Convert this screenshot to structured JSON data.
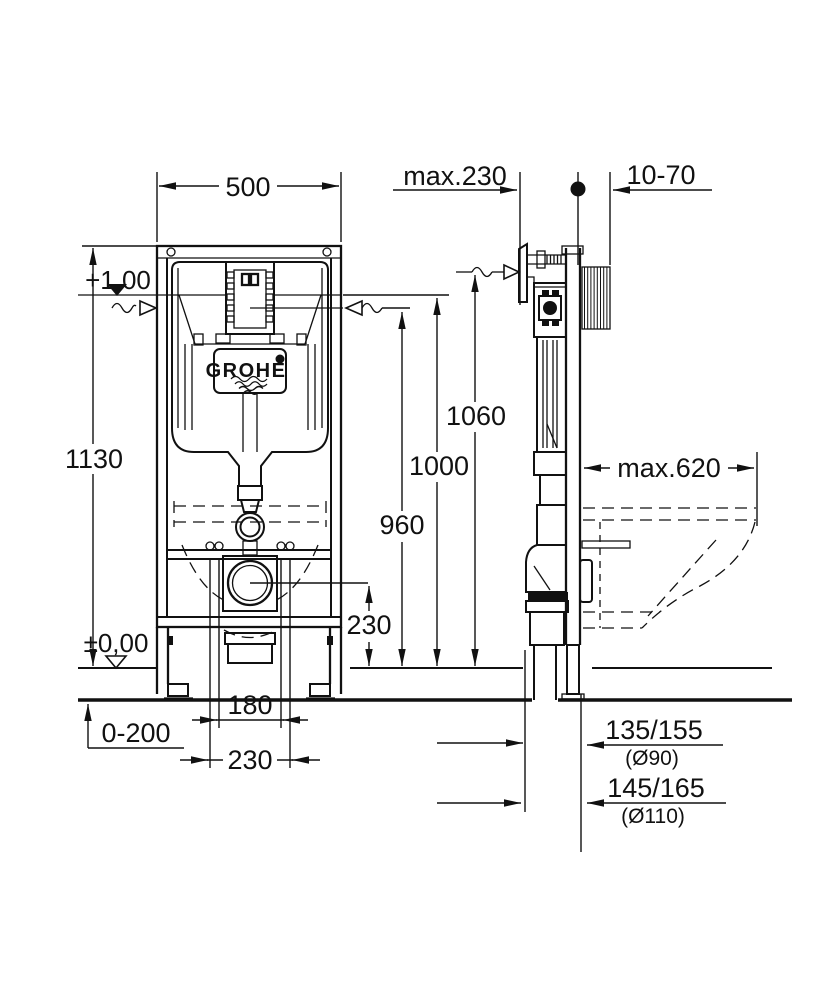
{
  "drawing": {
    "colors": {
      "ink": "#111111",
      "background": "#ffffff"
    },
    "brand": {
      "logo": "GROHE"
    },
    "labels": {
      "width_500": "500",
      "depth_max_230": "max.230",
      "wall_range_10_70": "10-70",
      "level_plus_100": "+1,00",
      "height_1130": "1130",
      "height_1060": "1060",
      "height_1000": "1000",
      "height_960": "960",
      "height_230": "230",
      "depth_max_620": "max.620",
      "level_zero": "±0,00",
      "feet_range_0_200": "0-200",
      "spacing_180": "180",
      "spacing_230": "230",
      "offset_90": "135/155",
      "dia_90": "(Ø90)",
      "offset_110": "145/165",
      "dia_110": "(Ø110)"
    }
  }
}
